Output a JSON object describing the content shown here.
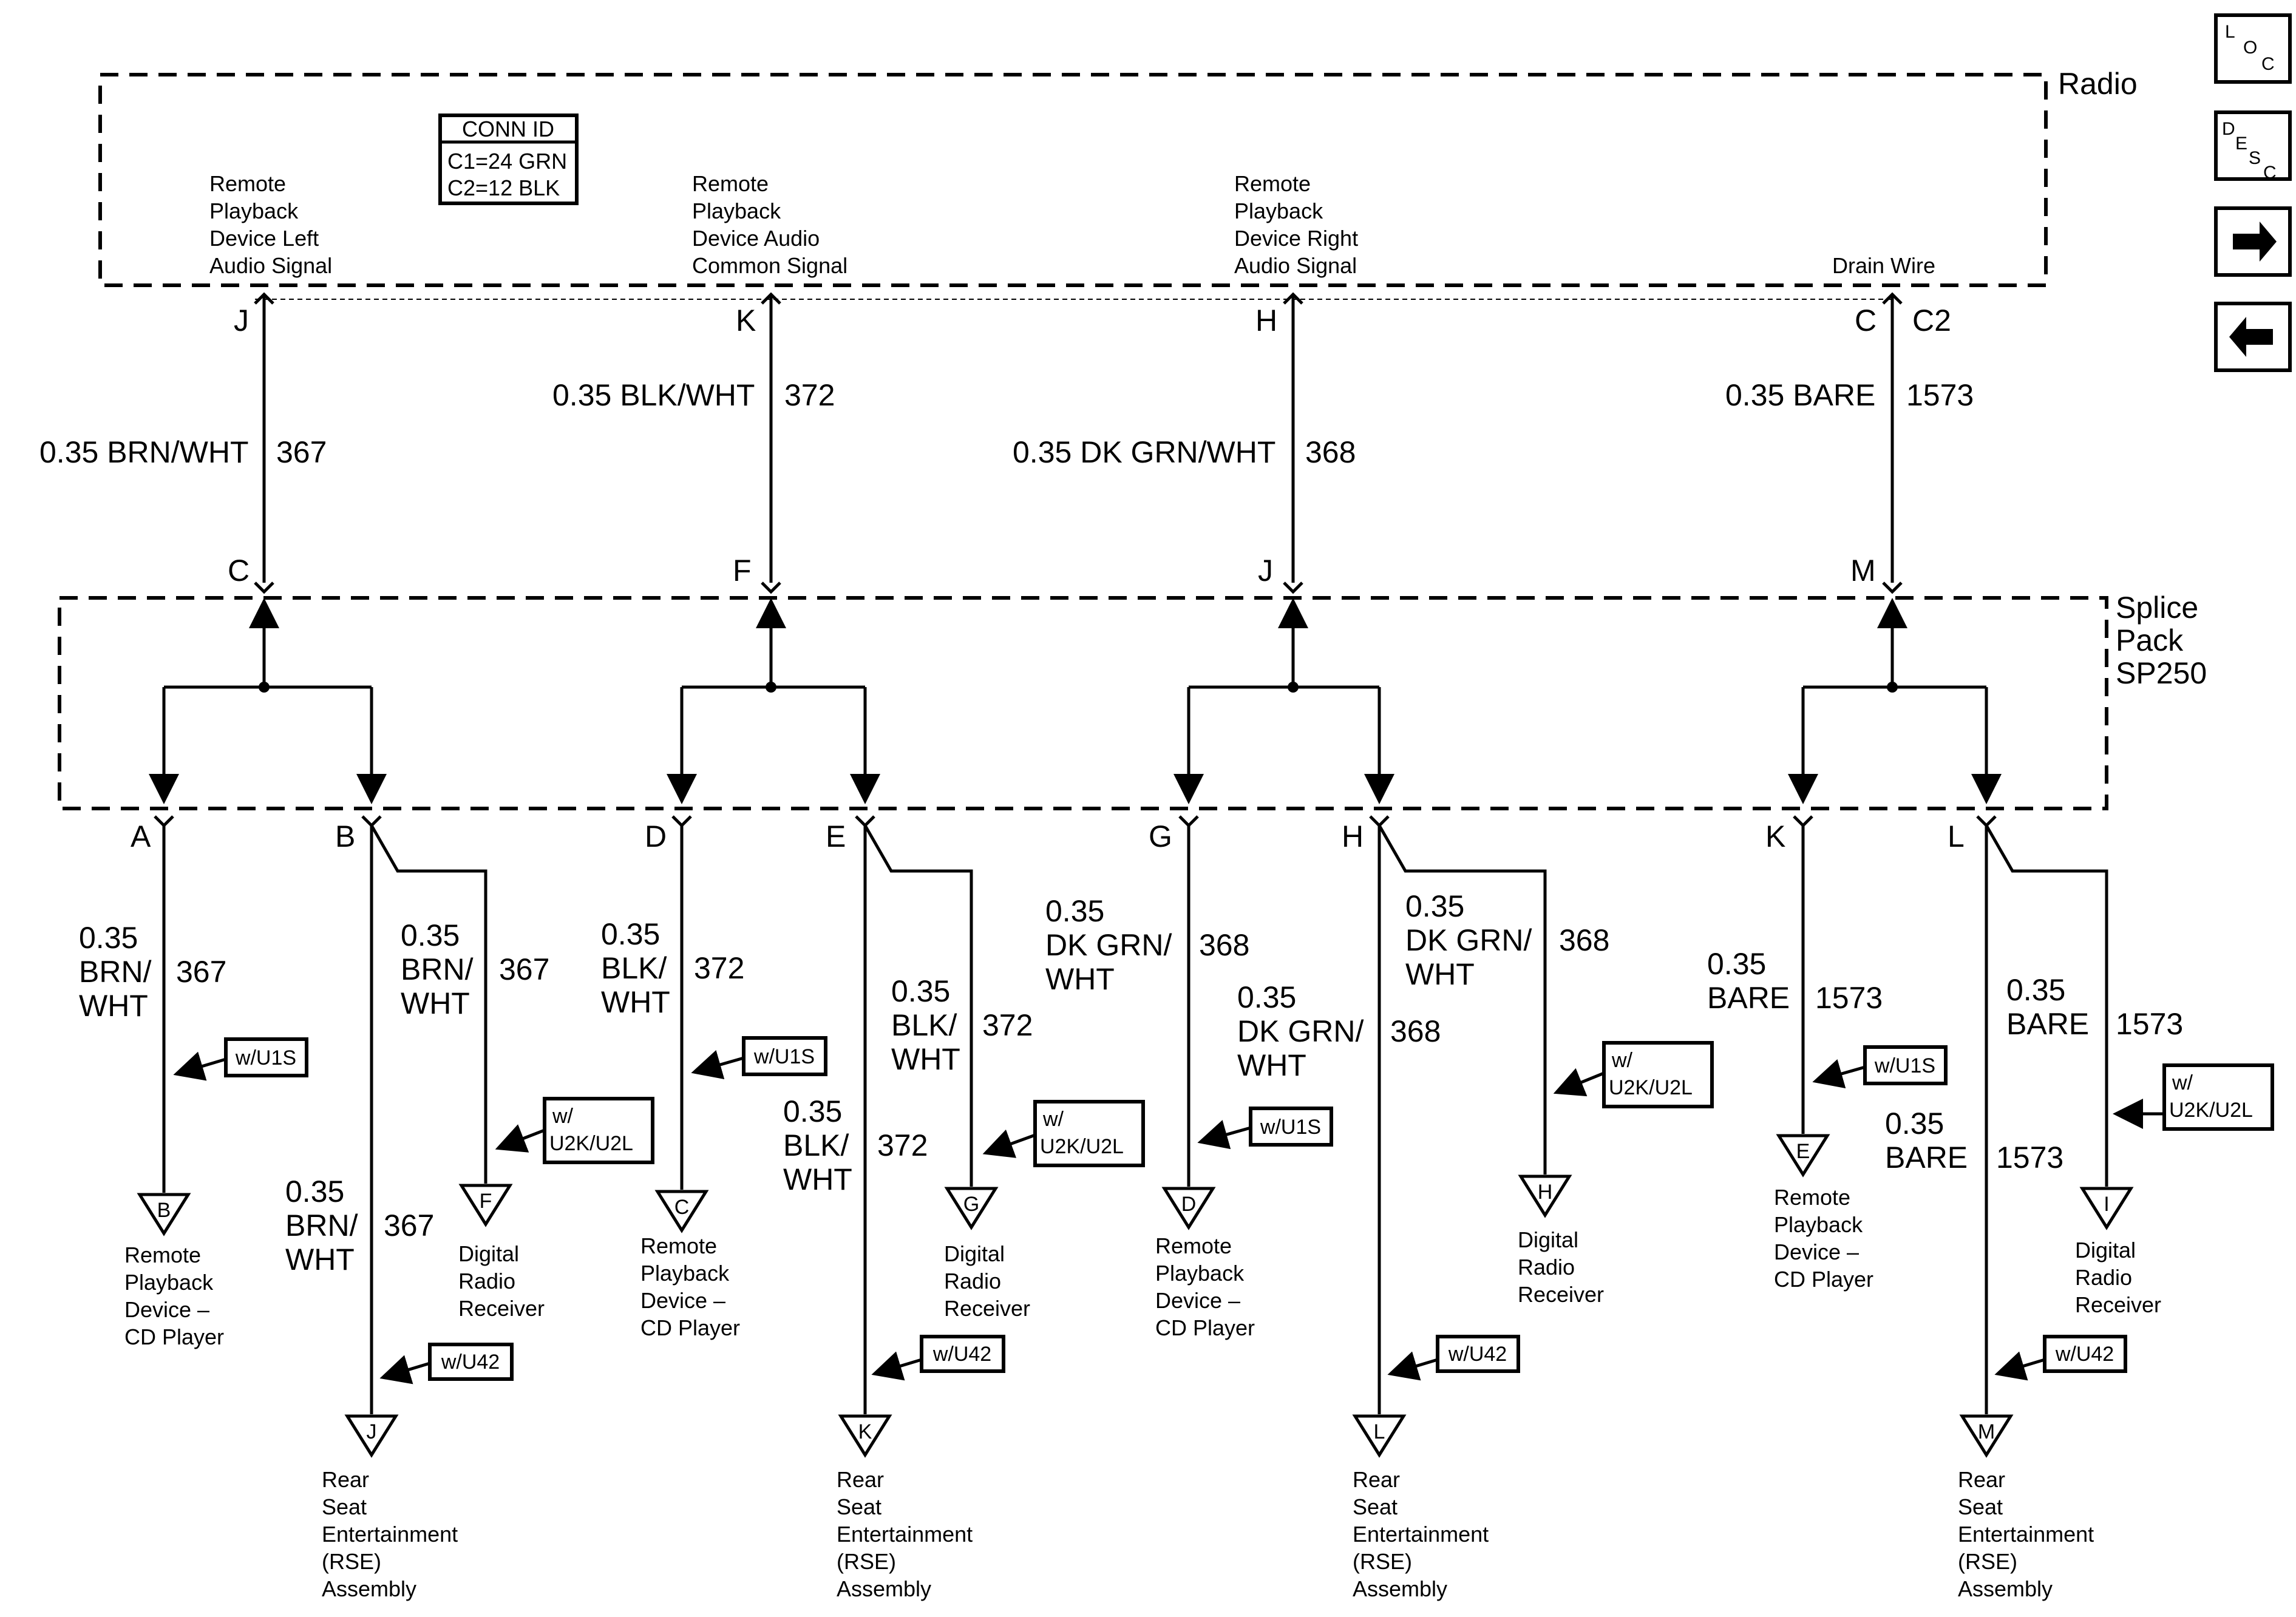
{
  "components": {
    "radio": "Radio",
    "splice_pack": [
      "Splice",
      "Pack",
      "SP250"
    ]
  },
  "conn_id": {
    "title": "CONN ID",
    "lines": [
      "C1=24 GRN",
      "C2=12 BLK"
    ]
  },
  "radio_pin_labels": [
    [
      "Remote",
      "Playback",
      "Device Left",
      "Audio Signal"
    ],
    [
      "Remote",
      "Playback",
      "Device Audio",
      "Common Signal"
    ],
    [
      "Remote",
      "Playback",
      "Device Right",
      "Audio Signal"
    ],
    [
      "Drain Wire"
    ]
  ],
  "circuits": [
    {
      "radio_pin": "J",
      "radio_conn": "",
      "wire": "0.35 BRN/WHT",
      "circuit": "367",
      "splice_in_pin": "C",
      "branches": [
        {
          "pin": "A",
          "wire": [
            "0.35",
            "BRN/",
            "WHT"
          ],
          "circuit": "367",
          "option": "w/U1S",
          "dest_pin": "B",
          "dest": [
            "Remote",
            "Playback",
            "Device –",
            "CD Player"
          ]
        },
        {
          "pin": "B",
          "wire": [
            "0.35",
            "BRN/",
            "WHT"
          ],
          "circuit": "367",
          "option": "w/U42",
          "dest_pin": "J",
          "dest": [
            "Rear",
            "Seat",
            "Entertainment",
            "(RSE)",
            "Assembly"
          ]
        },
        {
          "pin": "",
          "wire": [
            "0.35",
            "BRN/",
            "WHT"
          ],
          "circuit": "367",
          "option": [
            "w/",
            "U2K/U2L"
          ],
          "dest_pin": "F",
          "dest": [
            "Digital",
            "Radio",
            "Receiver"
          ]
        }
      ]
    },
    {
      "radio_pin": "K",
      "radio_conn": "",
      "wire": "0.35 BLK/WHT",
      "circuit": "372",
      "splice_in_pin": "F",
      "branches": [
        {
          "pin": "D",
          "wire": [
            "0.35",
            "BLK/",
            "WHT"
          ],
          "circuit": "372",
          "option": "w/U1S",
          "dest_pin": "C",
          "dest": [
            "Remote",
            "Playback",
            "Device –",
            "CD Player"
          ]
        },
        {
          "pin": "E",
          "wire": [
            "0.35",
            "BLK/",
            "WHT"
          ],
          "circuit": "372",
          "option": "w/U42",
          "dest_pin": "K",
          "dest": [
            "Rear",
            "Seat",
            "Entertainment",
            "(RSE)",
            "Assembly"
          ]
        },
        {
          "pin": "",
          "wire": [
            "0.35",
            "BLK/",
            "WHT"
          ],
          "circuit": "372",
          "option": [
            "w/",
            "U2K/U2L"
          ],
          "dest_pin": "G",
          "dest": [
            "Digital",
            "Radio",
            "Receiver"
          ]
        }
      ]
    },
    {
      "radio_pin": "H",
      "radio_conn": "",
      "wire": "0.35 DK GRN/WHT",
      "circuit": "368",
      "splice_in_pin": "J",
      "branches": [
        {
          "pin": "G",
          "wire": [
            "0.35",
            "DK GRN/",
            "WHT"
          ],
          "circuit": "368",
          "option": "w/U1S",
          "dest_pin": "D",
          "dest": [
            "Remote",
            "Playback",
            "Device –",
            "CD Player"
          ]
        },
        {
          "pin": "H",
          "wire": [
            "0.35",
            "DK GRN/",
            "WHT"
          ],
          "circuit": "368",
          "option": "w/U42",
          "dest_pin": "L",
          "dest": [
            "Rear",
            "Seat",
            "Entertainment",
            "(RSE)",
            "Assembly"
          ]
        },
        {
          "pin": "",
          "wire": [
            "0.35",
            "DK GRN/",
            "WHT"
          ],
          "circuit": "368",
          "option": [
            "w/",
            "U2K/U2L"
          ],
          "dest_pin": "H",
          "dest": [
            "Digital",
            "Radio",
            "Receiver"
          ]
        }
      ]
    },
    {
      "radio_pin": "C",
      "radio_conn": "C2",
      "wire": "0.35 BARE",
      "circuit": "1573",
      "splice_in_pin": "M",
      "branches": [
        {
          "pin": "K",
          "wire": [
            "0.35",
            "BARE"
          ],
          "circuit": "1573",
          "option": "w/U1S",
          "dest_pin": "E",
          "dest": [
            "Remote",
            "Playback",
            "Device –",
            "CD Player"
          ]
        },
        {
          "pin": "L",
          "wire": [
            "0.35",
            "BARE"
          ],
          "circuit": "1573",
          "option": "w/U42",
          "dest_pin": "M",
          "dest": [
            "Rear",
            "Seat",
            "Entertainment",
            "(RSE)",
            "Assembly"
          ]
        },
        {
          "pin": "",
          "wire": [
            "0.35",
            "BARE"
          ],
          "circuit": "1573",
          "option": [
            "w/",
            "U2K/U2L"
          ],
          "dest_pin": "I",
          "dest": [
            "Digital",
            "Radio",
            "Receiver"
          ]
        }
      ]
    }
  ],
  "nav": {
    "loc": [
      "L",
      "O",
      "C"
    ],
    "desc": [
      "D",
      "E",
      "S",
      "C"
    ],
    "next_icon": "right-arrow-icon",
    "prev_icon": "left-arrow-icon"
  }
}
